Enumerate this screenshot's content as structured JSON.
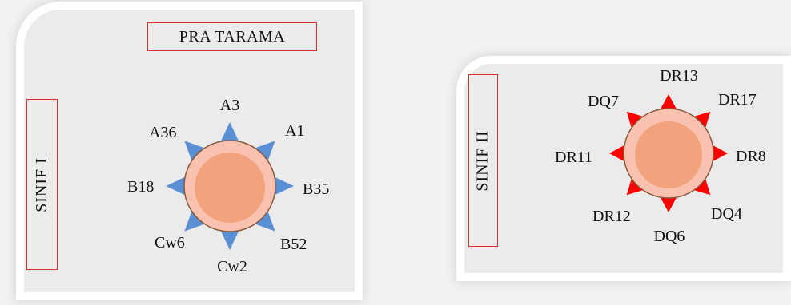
{
  "colors": {
    "panel_fill": "#ebebeb",
    "frame": "#d9312b",
    "class1_points": "#5b8fd3",
    "class2_points": "#ff0000",
    "core_outer": "#f9c2b0",
    "core_inner": "#f2a27d"
  },
  "class1": {
    "title": "PRA TARAMA",
    "side_label": "SINIF I",
    "labels": {
      "top": "A3",
      "top_right": "A1",
      "right": "B35",
      "bottom_right": "B52",
      "bottom": "Cw2",
      "bottom_left": "Cw6",
      "left": "B18",
      "top_left": "A36"
    }
  },
  "class2": {
    "side_label": "SINIF II",
    "labels": {
      "top": "DR13",
      "top_right": "DR17",
      "right": "DR8",
      "bottom_right": "DQ4",
      "bottom": "DQ6",
      "bottom_left": "DR12",
      "left": "DR11",
      "top_left": "DQ7"
    }
  }
}
